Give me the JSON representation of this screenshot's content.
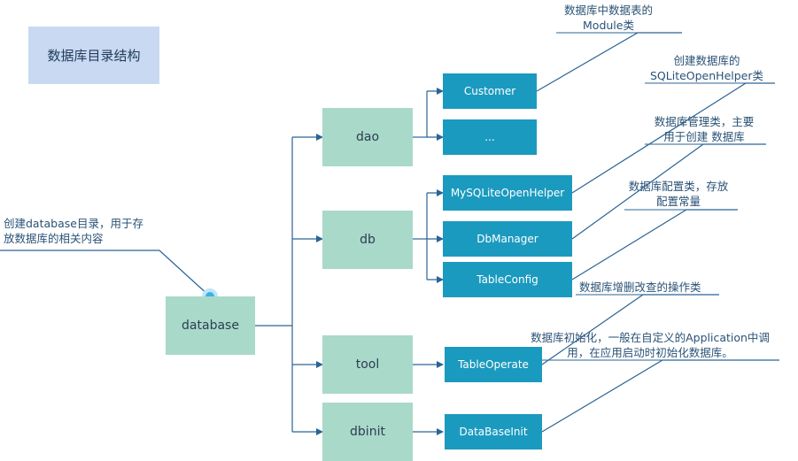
{
  "title": "数据库目录结构",
  "root": {
    "label": "database"
  },
  "level1": [
    {
      "key": "dao",
      "label": "dao"
    },
    {
      "key": "db",
      "label": "db"
    },
    {
      "key": "tool",
      "label": "tool"
    },
    {
      "key": "dbinit",
      "label": "dbinit"
    }
  ],
  "level2": {
    "customer": "Customer",
    "ellipsis": "...",
    "mysqlitehelper": "MySQLiteOpenHelper",
    "dbmanager": "DbManager",
    "tableconfig": "TableConfig",
    "tableoperate": "TableOperate",
    "databaseinit": "DataBaseInit"
  },
  "notes": {
    "root_line1": "创建database目录，用于存",
    "root_line2": "放数据库的相关内容",
    "customer_line1": "数据库中数据表的",
    "customer_line2": "Module类",
    "helper_line1": "创建数据库的",
    "helper_line2": "SQLiteOpenHelper类",
    "dbmanager_line1": "数据库管理类，主要",
    "dbmanager_line2": "用于创建  数据库",
    "tableconfig_line1": "数据库配置类，存放",
    "tableconfig_line2": "配置常量",
    "tableoperate_line1": "数据库增删改查的操作类",
    "dbinit_line1": "数据库初始化，一般在自定义的Application中调",
    "dbinit_line2": "用，在应用启动时初始化数据库。"
  },
  "colors": {
    "title_bg": "#c9d9f1",
    "node_light": "#a9d9c9",
    "node_dark": "#1b9abf",
    "line": "#2a6496",
    "selection_dot": "#3bb2e6"
  }
}
